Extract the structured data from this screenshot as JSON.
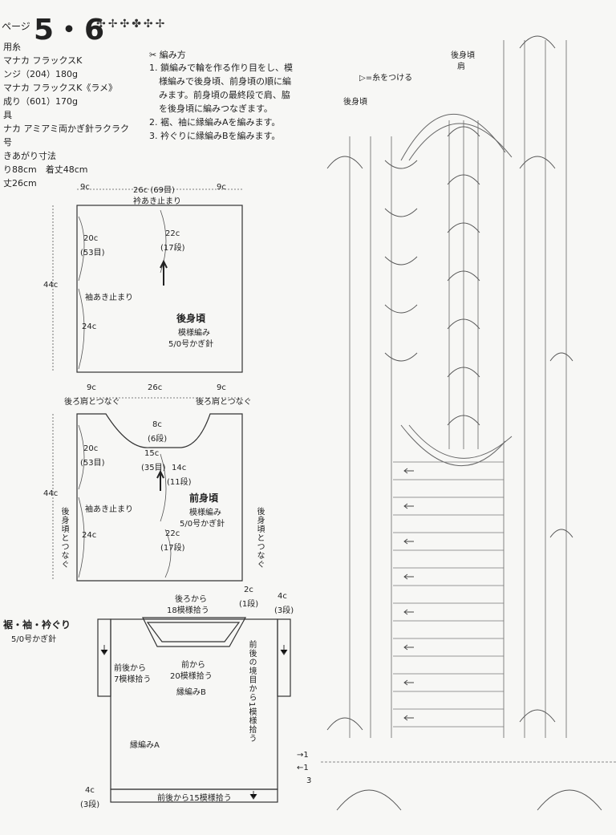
{
  "header": {
    "page_prefix": "ページ",
    "number": "5・6",
    "decoration": "✣✢✣✤✣✢"
  },
  "materials": {
    "lines": [
      "用糸",
      "マナカ フラックスK",
      "ンジ（204）180g",
      "マナカ フラックスK《ラメ》",
      "成り（601）170g",
      "具",
      "ナカ アミアミ両かぎ針ラクラク",
      "号",
      "きあがり寸法",
      "り88cm　着丈48cm",
      "丈26cm"
    ]
  },
  "method": {
    "heading": "編み方",
    "lines": [
      "1. 鎖編みで輪を作る作り目をし、模",
      "様編みで後身頃、前身頃の順に編",
      "みます。前身頃の最終段で肩、脇",
      "を後身頃に編みつなぎます。",
      "2. 裾、袖に縁編みAを編みます。",
      "3. 衿ぐりに縁編みBを編みます。"
    ]
  },
  "back": {
    "top_left": "9c",
    "top_mid": "26c (69目)",
    "top_right": "9c",
    "neck_stop": "衿あき止まり",
    "left_upper": "20c",
    "left_upper_rows": "(53目)",
    "height": "44c",
    "sleeve_stop": "袖あき止まり",
    "left_lower": "24c",
    "center": "22c",
    "center_rows": "(17段)",
    "name": "後身頃",
    "pattern": "模様編み",
    "hook": "5/0号かぎ針"
  },
  "front": {
    "top_left": "9c",
    "top_mid": "26c",
    "top_right": "9c",
    "shoulder_left": "後ろ肩とつなぐ",
    "shoulder_right": "後ろ肩とつなぐ",
    "neck_depth": "8c",
    "neck_rows": "(6段)",
    "neck_width": "15c",
    "neck_stitches": "(35目)",
    "side_upper": "14c",
    "side_upper_rows": "(11段)",
    "left_upper": "20c",
    "left_upper_rows": "(53目)",
    "height": "44c",
    "sleeve_stop": "袖あき止まり",
    "left_lower": "24c",
    "name": "前身頃",
    "pattern": "模様編み",
    "hook": "5/0号かぎ針",
    "center": "22c",
    "center_rows": "(17段)",
    "join_left": "後身頃とつなぐ",
    "join_right": "後身頃とつなぐ"
  },
  "edging": {
    "title": "裾・袖・衿ぐり",
    "hook": "5/0号かぎ針",
    "from_back": "後ろから",
    "back_count": "18模様拾う",
    "rows_2c": "2c",
    "rows_2c_count": "(1段)",
    "right_4c": "4c",
    "right_4c_rows": "(3段)",
    "from_front_left": "前後から",
    "front_left_count": "7模様拾う",
    "from_front": "前から",
    "front_count": "20模様拾う",
    "edging_b": "縁編みB",
    "side_pick": "前後の境目から1模様拾う",
    "edging_a": "縁編みA",
    "bottom_4c": "4c",
    "bottom_4c_rows": "(3段)",
    "bottom_pick": "前後から15模様拾う"
  },
  "chart": {
    "legend": "▷=糸をつける",
    "back_label": "後身頃",
    "back_shoulder_label": "後身頃",
    "shoulder": "肩",
    "row_arrow_1": "→1",
    "row_arrow_2": "←1",
    "row_3": "3"
  }
}
